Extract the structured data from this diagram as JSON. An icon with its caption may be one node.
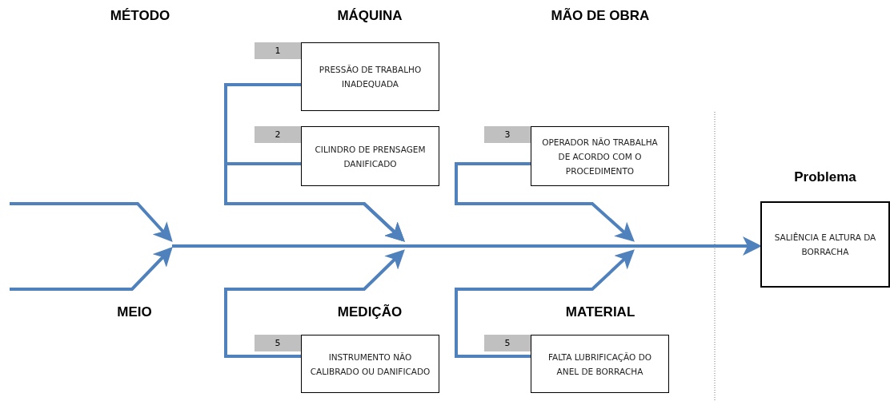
{
  "diagram": {
    "nodes": [
      {
        "text": [
          "PRESSÃO DE TRABALHO INADEQUADA"
        ],
        "beside": [
          "1"
        ]
      },
      {
        "text": [
          "CILINDRO DE PRENSAGEM DANIFICADO"
        ],
        "beside": [
          "2"
        ]
      },
      {
        "text": [
          "OPERADOR NÃO TRABALHA DE ACORDO COM O PROCEDIMENTO"
        ],
        "beside": [
          "3"
        ]
      },
      {
        "text": [
          "INSTRUMENTO NÃO CALIBRADO OU DANIFICADO"
        ],
        "beside": [
          "5"
        ]
      },
      {
        "text": [
          "FALTA LUBRIFICAÇÃO DO ANEL DE BORRACHA"
        ],
        "beside": [
          "5"
        ]
      },
      {
        "text": [
          "Problema",
          "SALIÊNCIA E ALTURA DA BORRACHA"
        ]
      }
    ],
    "edges": [
      {
        "from": 0,
        "to": null,
        "arrow": "to"
      },
      {
        "from": 1,
        "to": null,
        "arrow": "to"
      },
      {
        "from": 2,
        "to": null,
        "arrow": "to"
      },
      {
        "from": 3,
        "to": null,
        "arrow": "to"
      },
      {
        "from": 4,
        "to": null,
        "arrow": "to"
      },
      {
        "from": null,
        "to": 5,
        "arrow": "to"
      }
    ],
    "labels": [
      "MÉTODO",
      "MÁQUINA",
      "MÃO DE OBRA",
      "MEIO",
      "MEDIÇÃO",
      "MATERIAL"
    ]
  }
}
